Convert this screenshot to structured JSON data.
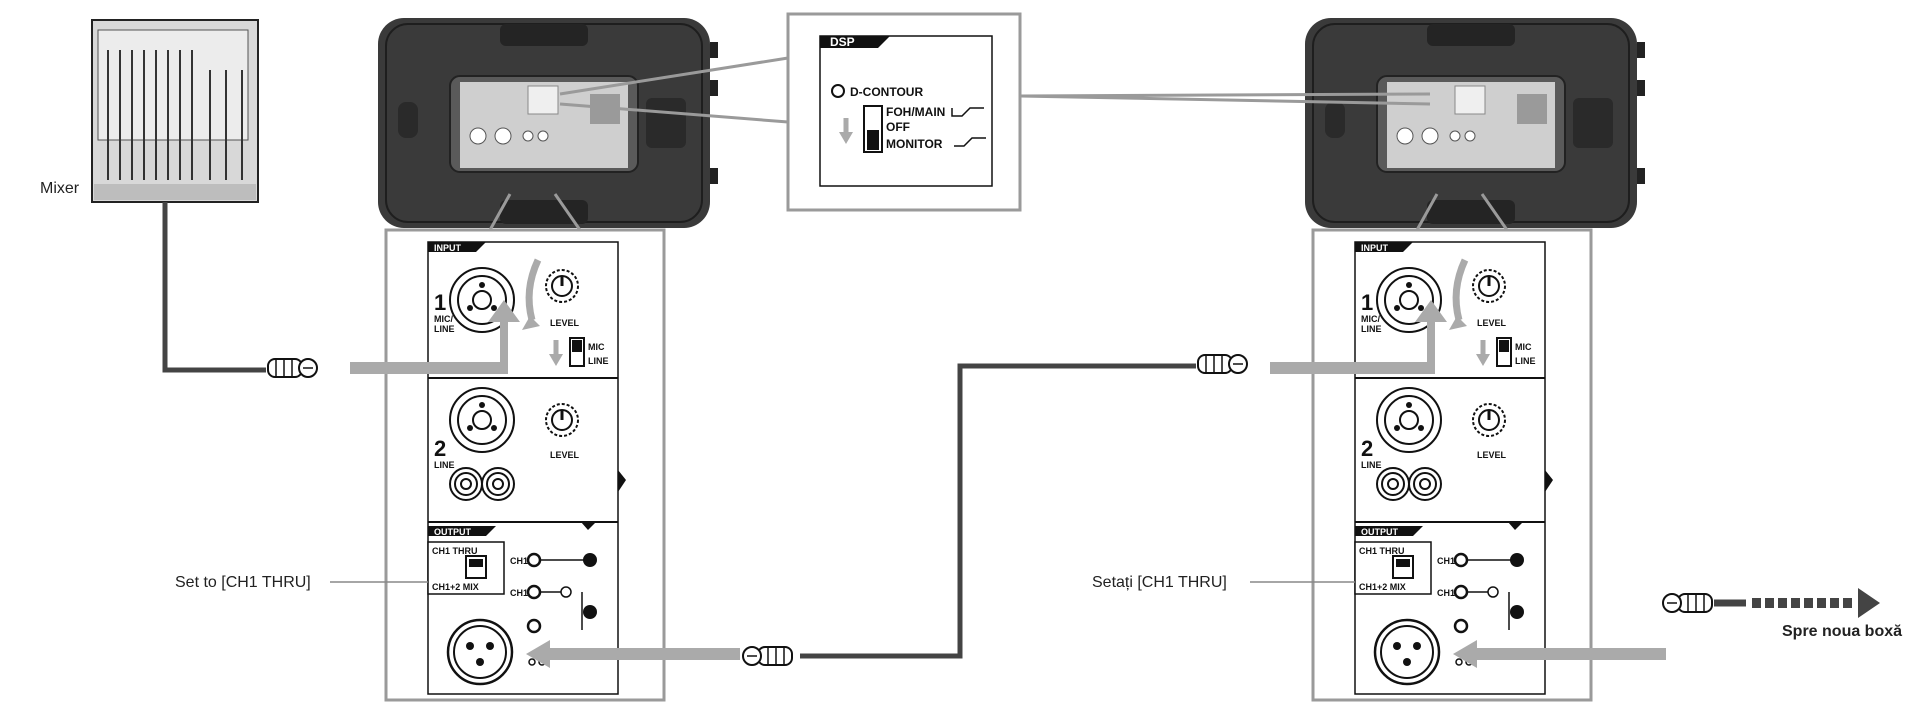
{
  "labels": {
    "mixer": "Mixer",
    "left_set": "Set to [CH1 THRU]",
    "right_set": "Setați [CH1 THRU]",
    "to_next": "Spre noua boxă"
  },
  "dsp_callout": {
    "title": "DSP",
    "contour": "D-CONTOUR",
    "foh": "FOH/MAIN",
    "off": "OFF",
    "monitor": "MONITOR"
  },
  "panel": {
    "input_title": "INPUT",
    "ch1_num": "1",
    "ch1_type_a": "MIC/",
    "ch1_type_b": "LINE",
    "ch2_num": "2",
    "ch2_type": "LINE",
    "level": "LEVEL",
    "sw_mic": "MIC",
    "sw_line": "LINE",
    "output_title": "OUTPUT",
    "ch1_thru": "CH1 THRU",
    "ch12_mix": "CH1+2 MIX",
    "ch1": "CH1"
  },
  "colors": {
    "arrow": "#aaaaaa",
    "frame": "#9a9a9a",
    "speaker": "#3a3a3a",
    "cable": "#444444"
  }
}
